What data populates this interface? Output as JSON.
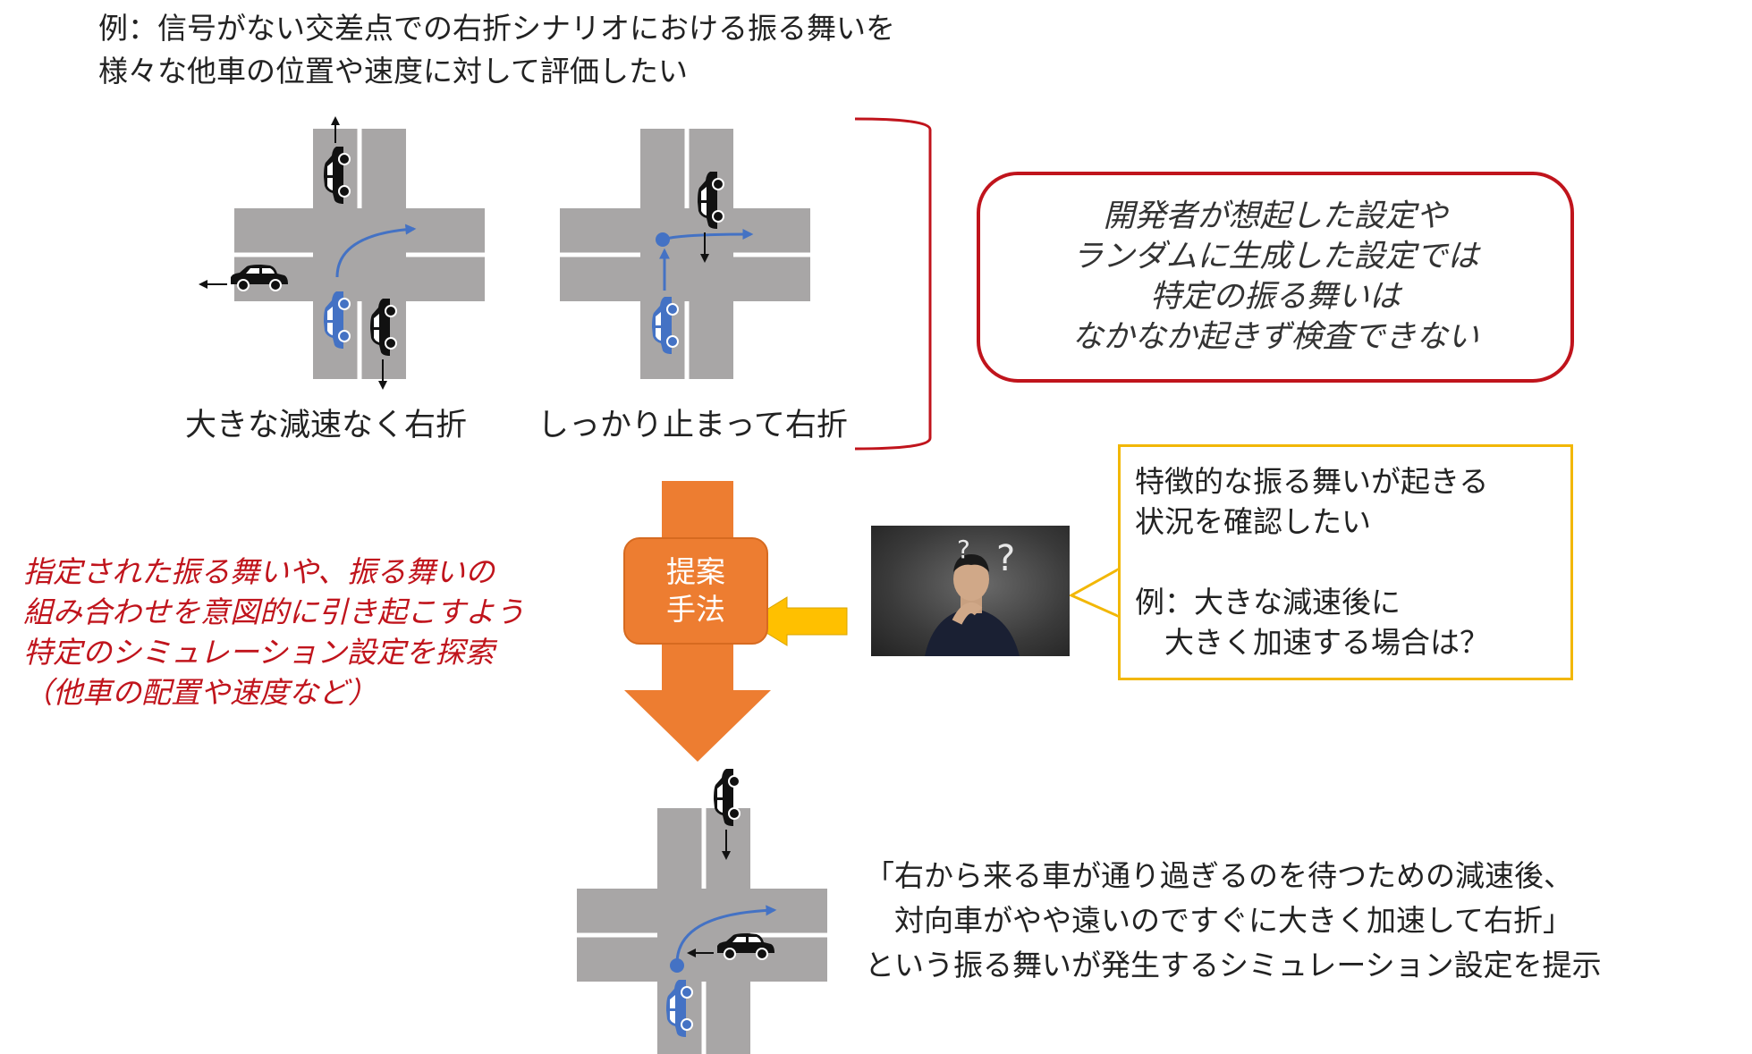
{
  "title": {
    "line1": "例：信号がない交差点での右折シナリオにおける振る舞いを",
    "line2": "様々な他車の位置や速度に対して評価したい"
  },
  "scenarios": {
    "left_caption": "大きな減速なく右折",
    "right_caption": "しっかり止まって右折"
  },
  "callout": {
    "lines": [
      "開発者が想起した設定や",
      "ランダムに生成した設定では",
      "特定の振る舞いは",
      "なかなか起きず検査できない"
    ]
  },
  "speech": {
    "line1": "特徴的な振る舞いが起きる",
    "line2": "状況を確認したい",
    "line3": "例：大きな減速後に",
    "line4": "　大きく加速する場合は？"
  },
  "method": {
    "line1": "提案",
    "line2": "手法"
  },
  "red_text": {
    "lines": [
      "指定された振る舞いや、振る舞いの",
      "組み合わせを意図的に引き起こすよう",
      "特定のシミュレーション設定を探索",
      "（他車の配置や速度など）"
    ]
  },
  "result": {
    "line1": "「右から来る車が通り過ぎるのを待つための減速後、",
    "line2": "　対向車がやや遠いのですぐに大きく加速して右折」",
    "line3": "という振る舞いが発生するシミュレーション設定を提示"
  },
  "colors": {
    "road": "#a8a6a6",
    "ego": "#4472c4",
    "other": "#111111",
    "accent_red": "#c0141c",
    "orange": "#ed7d31",
    "yellow": "#ffc000",
    "speech_border": "#f2b705"
  }
}
